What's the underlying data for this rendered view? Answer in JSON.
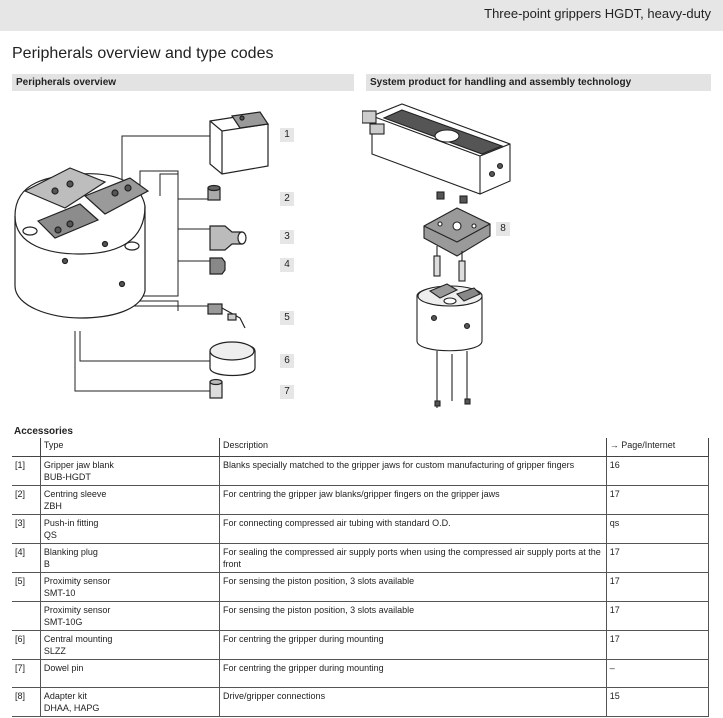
{
  "header": {
    "title": "Three-point grippers HGDT, heavy-duty"
  },
  "page_title": "Peripherals overview and type codes",
  "sections": {
    "left": "Peripherals overview",
    "right": "System product for handling and assembly technology"
  },
  "callouts_left": [
    "1",
    "2",
    "3",
    "4",
    "5",
    "6",
    "7"
  ],
  "callouts_right": [
    "8"
  ],
  "accessories": {
    "title": "Accessories",
    "columns": {
      "num": "",
      "type": "Type",
      "description": "Description",
      "page": "→ Page/Internet"
    },
    "rows": [
      {
        "num": "[1]",
        "type": "Gripper jaw blank",
        "code": "BUB-HGDT",
        "description": "Blanks specially matched to the gripper jaws for custom manufacturing of gripper fingers",
        "page": "16"
      },
      {
        "num": "[2]",
        "type": "Centring sleeve",
        "code": "ZBH",
        "description": "For centring the gripper jaw blanks/gripper fingers on the gripper jaws",
        "page": "17"
      },
      {
        "num": "[3]",
        "type": "Push-in fitting",
        "code": "QS",
        "description": "For connecting compressed air tubing with standard O.D.",
        "page": "qs"
      },
      {
        "num": "[4]",
        "type": "Blanking plug",
        "code": "B",
        "description": "For sealing the compressed air supply ports when using the compressed air supply ports at the front",
        "page": "17"
      },
      {
        "num": "[5]",
        "type": "Proximity sensor",
        "code": "SMT-10",
        "description": "For sensing the piston position, 3 slots available",
        "page": "17"
      },
      {
        "num": "",
        "type": "Proximity sensor",
        "code": "SMT-10G",
        "description": "For sensing the piston position, 3 slots available",
        "page": "17"
      },
      {
        "num": "[6]",
        "type": "Central mounting",
        "code": "SLZZ",
        "description": "For centring the gripper during mounting",
        "page": "17"
      },
      {
        "num": "[7]",
        "type": "Dowel pin",
        "code": "",
        "description": "For centring the gripper during mounting",
        "page": "–"
      },
      {
        "num": "[8]",
        "type": "Adapter kit",
        "code": "DHAA, HAPG",
        "description": "Drive/gripper connections",
        "page": "15"
      }
    ]
  }
}
